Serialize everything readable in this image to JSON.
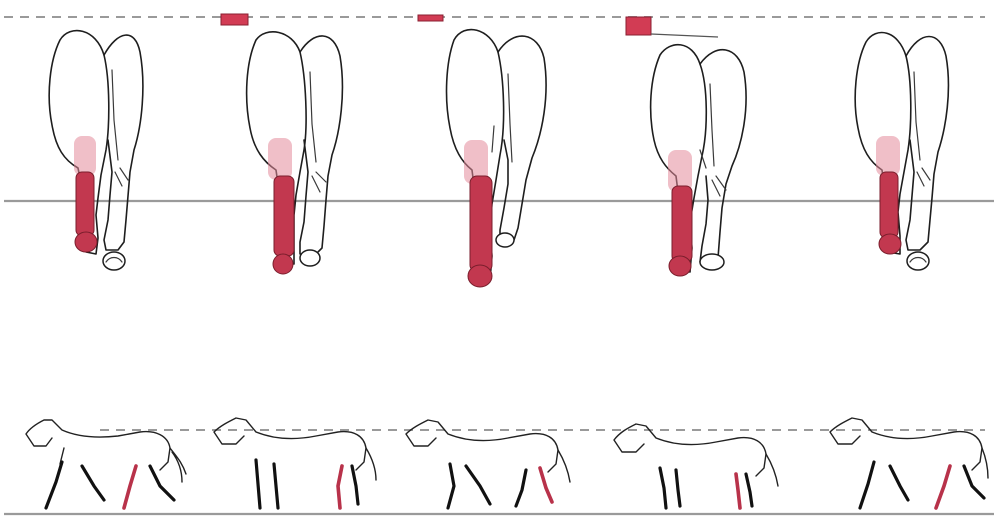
{
  "figure": {
    "rear_views": [
      {
        "marker": "none"
      },
      {
        "marker": "small"
      },
      {
        "marker": "small"
      },
      {
        "marker": "large"
      },
      {
        "marker": "none"
      }
    ],
    "side_views": [
      {
        "stride": 1
      },
      {
        "stride": 2
      },
      {
        "stride": 3
      },
      {
        "stride": 4
      },
      {
        "stride": 5
      }
    ],
    "colors": {
      "lame_limb": "#c2384f",
      "reference_line": "#9a9a9a",
      "outline": "#1e1e1e"
    }
  }
}
